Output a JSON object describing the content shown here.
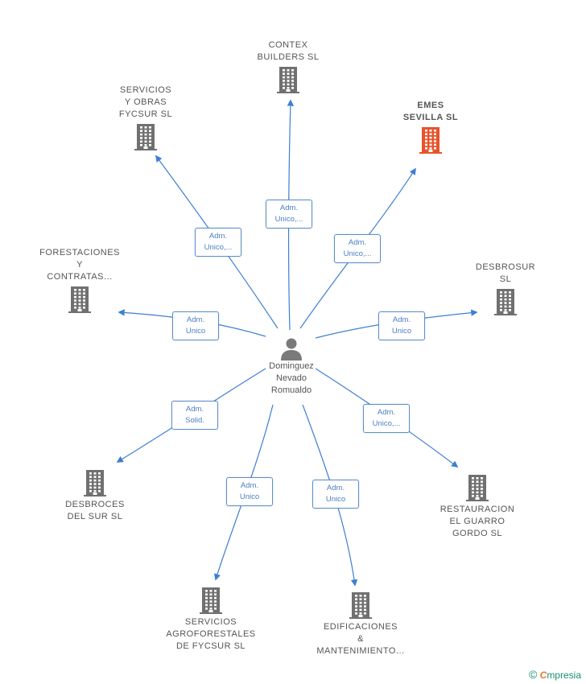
{
  "person": {
    "name_lines": [
      "Dominguez",
      "Nevado",
      "Romualdo"
    ]
  },
  "companies": [
    {
      "id": "contex",
      "lines": [
        "CONTEX",
        "BUILDERS SL"
      ],
      "highlight": false,
      "role": [
        "Adm.",
        "Unico,..."
      ]
    },
    {
      "id": "servicios-obras",
      "lines": [
        "SERVICIOS",
        "Y OBRAS",
        "FYCSUR  SL"
      ],
      "highlight": false,
      "role": [
        "Adm.",
        "Unico,..."
      ]
    },
    {
      "id": "emes",
      "lines": [
        "EMES",
        "SEVILLA  SL"
      ],
      "highlight": true,
      "role": [
        "Adm.",
        "Unico,..."
      ]
    },
    {
      "id": "forestaciones",
      "lines": [
        "FORESTACIONES",
        "Y",
        "CONTRATAS..."
      ],
      "highlight": false,
      "role": [
        "Adm.",
        "Unico"
      ]
    },
    {
      "id": "desbrosur",
      "lines": [
        "DESBROSUR",
        "SL"
      ],
      "highlight": false,
      "role": [
        "Adm.",
        "Unico"
      ]
    },
    {
      "id": "desbroces",
      "lines": [
        "DESBROCES",
        "DEL SUR  SL"
      ],
      "highlight": false,
      "role": [
        "Adm.",
        "Solid."
      ]
    },
    {
      "id": "restauracion",
      "lines": [
        "RESTAURACION",
        "EL GUARRO",
        "GORDO  SL"
      ],
      "highlight": false,
      "role": [
        "Adm.",
        "Unico,..."
      ]
    },
    {
      "id": "servicios-agro",
      "lines": [
        "SERVICIOS",
        "AGROFORESTALES",
        "DE FYCSUR SL"
      ],
      "highlight": false,
      "role": [
        "Adm.",
        "Unico"
      ]
    },
    {
      "id": "edificaciones",
      "lines": [
        "EDIFICACIONES",
        "&",
        "MANTENIMIENTO..."
      ],
      "highlight": false,
      "role": [
        "Adm.",
        "Unico"
      ]
    }
  ],
  "colors": {
    "edge": "#3d7fd3",
    "building": "#707070",
    "building_highlight": "#e8532a",
    "person": "#7a7a7a"
  },
  "watermark": {
    "copyright": "©",
    "brand_initial": "C",
    "brand_rest": "mpresia"
  }
}
